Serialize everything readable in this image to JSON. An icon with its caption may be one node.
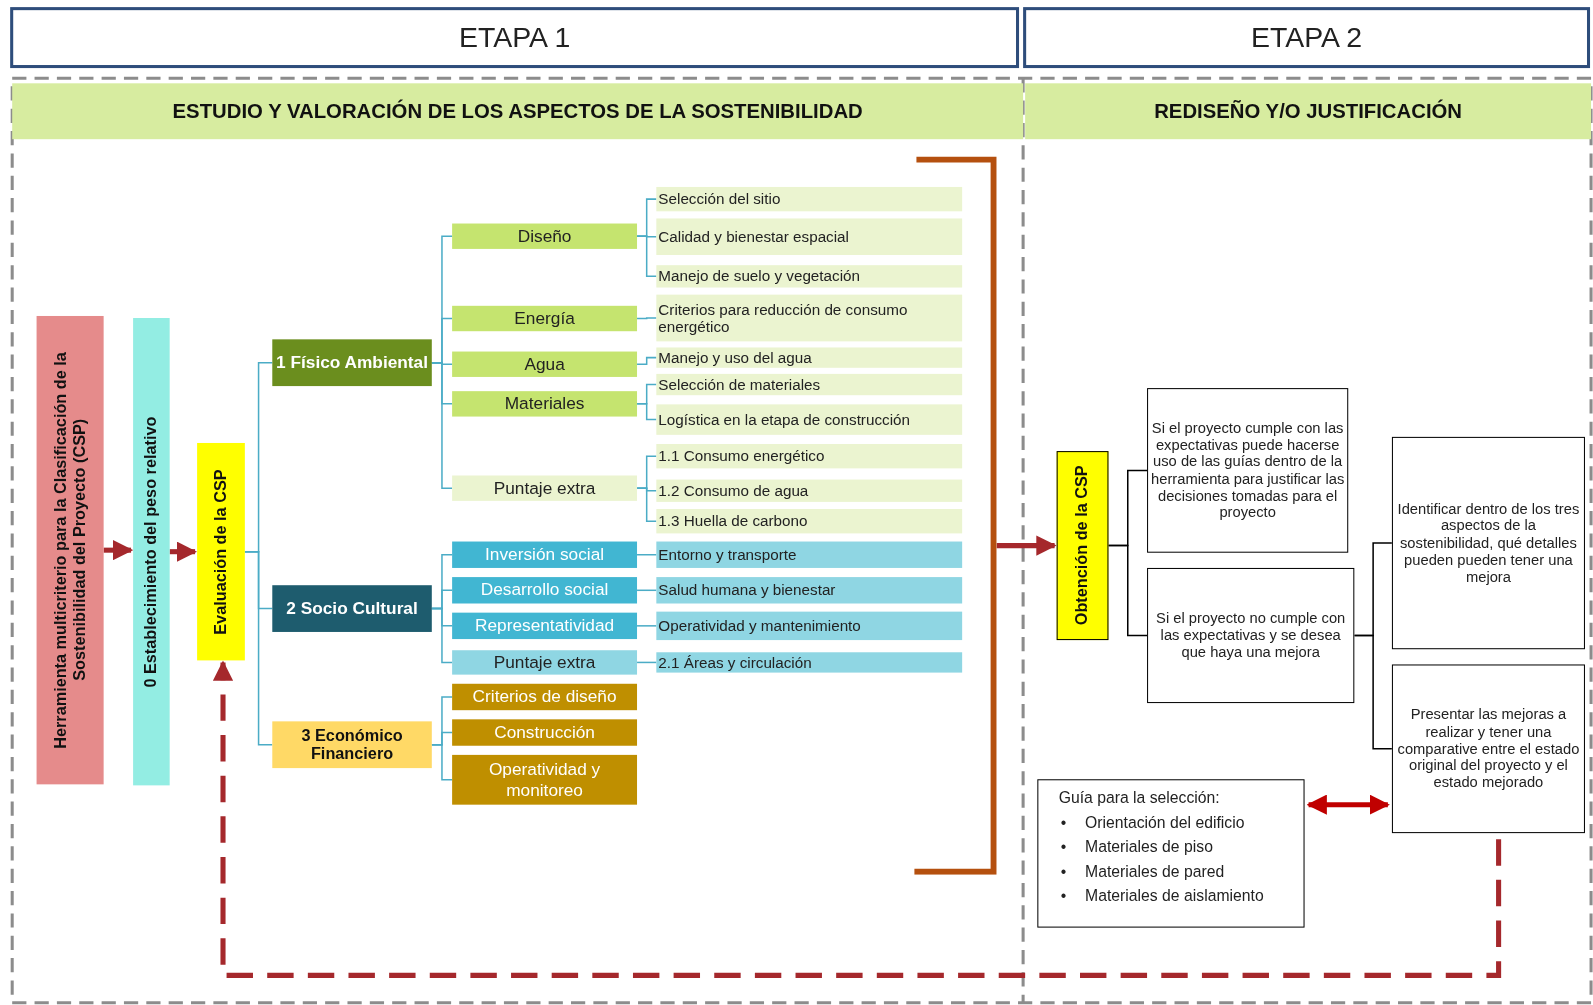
{
  "diagram": {
    "nodes": [
      {
        "text": [
          "ETAPA 1"
        ]
      },
      {
        "text": [
          "ETAPA 2"
        ]
      },
      {
        "text": [
          "ESTUDIO Y VALORACIÓN DE LOS ASPECTOS DE LA SOSTENIBILIDAD"
        ]
      },
      {
        "text": [
          "REDISEÑO Y/O JUSTIFICACIÓN"
        ]
      },
      {
        "text": [
          "Herramienta multicriterio para la Clasificación de la Sostenibilidad del Proyecto (CSP)"
        ]
      },
      {
        "text": [
          "0 Establecimiento del peso relativo"
        ]
      },
      {
        "text": [
          "Evaluación de la CSP"
        ]
      },
      {
        "text": [
          "1 Físico Ambiental"
        ]
      },
      {
        "text": [
          "Diseño"
        ]
      },
      {
        "text": [
          "Selección del sitio"
        ]
      },
      {
        "text": [
          "Calidad y bienestar espacial"
        ]
      },
      {
        "text": [
          "Manejo de suelo y vegetación"
        ]
      },
      {
        "text": [
          "Energía"
        ]
      },
      {
        "text": [
          "Criterios para reducción de consumo energético"
        ]
      },
      {
        "text": [
          "Agua"
        ]
      },
      {
        "text": [
          "Manejo y uso del agua"
        ]
      },
      {
        "text": [
          "Materiales"
        ]
      },
      {
        "text": [
          "Selección de materiales"
        ]
      },
      {
        "text": [
          "Logística en la etapa de construcción"
        ]
      },
      {
        "text": [
          "Puntaje extra"
        ]
      },
      {
        "text": [
          "1.1 Consumo energético"
        ]
      },
      {
        "text": [
          "1.2 Consumo de agua"
        ]
      },
      {
        "text": [
          "1.3 Huella de carbono"
        ]
      },
      {
        "text": [
          "2 Socio Cultural"
        ]
      },
      {
        "text": [
          "Inversión social"
        ]
      },
      {
        "text": [
          "Entorno y transporte"
        ]
      },
      {
        "text": [
          "Desarrollo social"
        ]
      },
      {
        "text": [
          "Salud humana y bienestar"
        ]
      },
      {
        "text": [
          "Representatividad"
        ]
      },
      {
        "text": [
          "Operatividad y mantenimiento"
        ]
      },
      {
        "text": [
          "Puntaje extra"
        ]
      },
      {
        "text": [
          "2.1 Áreas y circulación"
        ]
      },
      {
        "text": [
          "3 Económico Financiero"
        ]
      },
      {
        "text": [
          "Criterios de diseño"
        ]
      },
      {
        "text": [
          "Construcción"
        ]
      },
      {
        "text": [
          "Operatividad y monitoreo"
        ]
      },
      {
        "text": [
          "Obtención de la CSP"
        ]
      },
      {
        "text": [
          "Si el proyecto cumple con las expectativas puede hacerse uso de las guías dentro de la herramienta para justificar las decisiones tomadas para el proyecto"
        ]
      },
      {
        "text": [
          "Si el proyecto no cumple con las expectativas y se desea que haya una mejora"
        ]
      },
      {
        "text": [
          "Identificar dentro de los tres aspectos de la sostenibilidad, qué detalles pueden pueden tener una mejora"
        ]
      },
      {
        "text": [
          "Presentar las mejoras a realizar y tener una comparative entre el estado original del proyecto y el estado mejorado"
        ]
      },
      {
        "text": [
          "Guía para la selección:",
          "Orientación del edificio",
          "Materiales de piso",
          "Materiales de pared",
          "Materiales de aislamiento"
        ]
      },
      {
        "text": [],
        "shape": "bracket"
      }
    ],
    "edges": [
      {
        "from": 4,
        "to": 5,
        "arrow": "to",
        "style": "thick",
        "color": "#a5282c"
      },
      {
        "from": 5,
        "to": 6,
        "arrow": "to",
        "style": "thick",
        "color": "#a5282c"
      },
      {
        "from": 6,
        "to": 7,
        "arrow": "none"
      },
      {
        "from": 6,
        "to": 23,
        "arrow": "none"
      },
      {
        "from": 6,
        "to": 32,
        "arrow": "none"
      },
      {
        "from": 7,
        "to": 8,
        "arrow": "none"
      },
      {
        "from": 7,
        "to": 12,
        "arrow": "none"
      },
      {
        "from": 7,
        "to": 14,
        "arrow": "none"
      },
      {
        "from": 7,
        "to": 16,
        "arrow": "none"
      },
      {
        "from": 7,
        "to": 19,
        "arrow": "none"
      },
      {
        "from": 8,
        "to": 9,
        "arrow": "none"
      },
      {
        "from": 8,
        "to": 10,
        "arrow": "none"
      },
      {
        "from": 8,
        "to": 11,
        "arrow": "none"
      },
      {
        "from": 12,
        "to": 13,
        "arrow": "none"
      },
      {
        "from": 14,
        "to": 15,
        "arrow": "none"
      },
      {
        "from": 16,
        "to": 17,
        "arrow": "none"
      },
      {
        "from": 16,
        "to": 18,
        "arrow": "none"
      },
      {
        "from": 19,
        "to": 20,
        "arrow": "none"
      },
      {
        "from": 19,
        "to": 21,
        "arrow": "none"
      },
      {
        "from": 19,
        "to": 22,
        "arrow": "none"
      },
      {
        "from": 23,
        "to": 24,
        "arrow": "none"
      },
      {
        "from": 23,
        "to": 26,
        "arrow": "none"
      },
      {
        "from": 23,
        "to": 28,
        "arrow": "none"
      },
      {
        "from": 23,
        "to": 30,
        "arrow": "none"
      },
      {
        "from": 24,
        "to": 25,
        "arrow": "none"
      },
      {
        "from": 26,
        "to": 27,
        "arrow": "none"
      },
      {
        "from": 28,
        "to": 29,
        "arrow": "none"
      },
      {
        "from": 30,
        "to": 31,
        "arrow": "none"
      },
      {
        "from": 32,
        "to": 33,
        "arrow": "none"
      },
      {
        "from": 32,
        "to": 34,
        "arrow": "none"
      },
      {
        "from": 32,
        "to": 35,
        "arrow": "none"
      },
      {
        "from": 42,
        "to": 36,
        "arrow": "to",
        "style": "thick",
        "color": "#a5282c"
      },
      {
        "from": 36,
        "to": 37,
        "arrow": "none",
        "color": "#000000"
      },
      {
        "from": 36,
        "to": 38,
        "arrow": "none",
        "color": "#000000"
      },
      {
        "from": 38,
        "to": 39,
        "arrow": "none",
        "color": "#000000"
      },
      {
        "from": 38,
        "to": 40,
        "arrow": "none",
        "color": "#000000"
      },
      {
        "from": 41,
        "to": 40,
        "arrow": "both",
        "style": "thick",
        "color": "#c00000"
      },
      {
        "from": 40,
        "to": 6,
        "arrow": "to",
        "style": "dashed",
        "color": "#a5282c"
      }
    ],
    "labels": [
      "•",
      "•",
      "•",
      "•"
    ]
  }
}
